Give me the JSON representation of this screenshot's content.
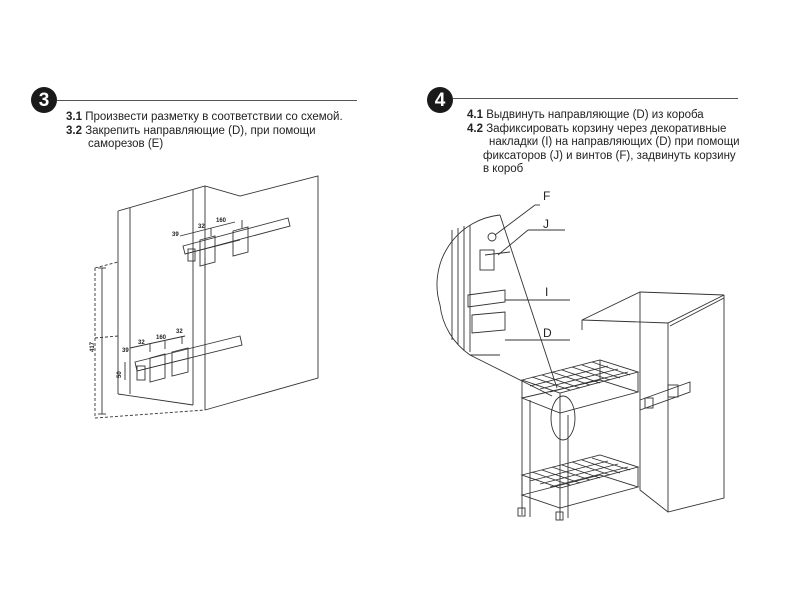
{
  "step3": {
    "number": "3",
    "items": [
      {
        "num": "3.1",
        "lines": [
          "Произвести разметку в соответствии со схемой."
        ]
      },
      {
        "num": "3.2",
        "lines": [
          "Закрепить направляющие (D), при помощи",
          "саморезов (E)"
        ]
      }
    ],
    "dimensions": {
      "top_a": "39",
      "top_b": "32",
      "top_c": "160",
      "bot_a": "39",
      "bot_b": "32",
      "bot_c": "160",
      "bot_d": "32",
      "height": "417",
      "base": "50"
    }
  },
  "step4": {
    "number": "4",
    "items": [
      {
        "num": "4.1",
        "lines": [
          "Выдвинуть направляющие (D) из короба"
        ]
      },
      {
        "num": "4.2",
        "lines": [
          "Зафиксировать корзину через декоративные",
          "накладки (I) на направляющих (D) при помощи",
          "фиксаторов (J) и винтов (F), задвинуть корзину",
          "в короб"
        ]
      }
    ],
    "callouts": {
      "f": "F",
      "j": "J",
      "i": "I",
      "d": "D"
    }
  }
}
